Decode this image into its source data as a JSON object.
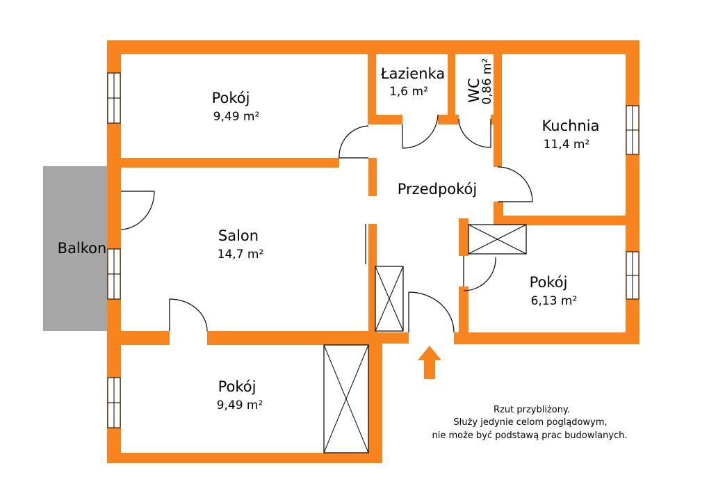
{
  "colors": {
    "wall": "#f7841c",
    "balcony": "#a6a6a6",
    "background": "#ffffff"
  },
  "rooms": {
    "pokoj_top": {
      "name": "Pokój",
      "area": "9,49 m²"
    },
    "lazienka": {
      "name": "Łazienka",
      "area": "1,6 m²"
    },
    "wc": {
      "name": "WC",
      "area": "0,86 m²"
    },
    "kuchnia": {
      "name": "Kuchnia",
      "area": "11,4 m²"
    },
    "przedpokoj": {
      "name": "Przedpokój"
    },
    "salon": {
      "name": "Salon",
      "area": "14,7 m²"
    },
    "pokoj_right": {
      "name": "Pokój",
      "area": "6,13 m²"
    },
    "pokoj_bottom": {
      "name": "Pokój",
      "area": "9,49 m²"
    },
    "balkon": {
      "name": "Balkon"
    }
  },
  "entrance_icon": "up-arrow-icon",
  "note": {
    "line1": "Rzut przybliżony.",
    "line2": "Służy jedynie celom poglądowym,",
    "line3": "nie może być podstawą prac budowlanych."
  }
}
